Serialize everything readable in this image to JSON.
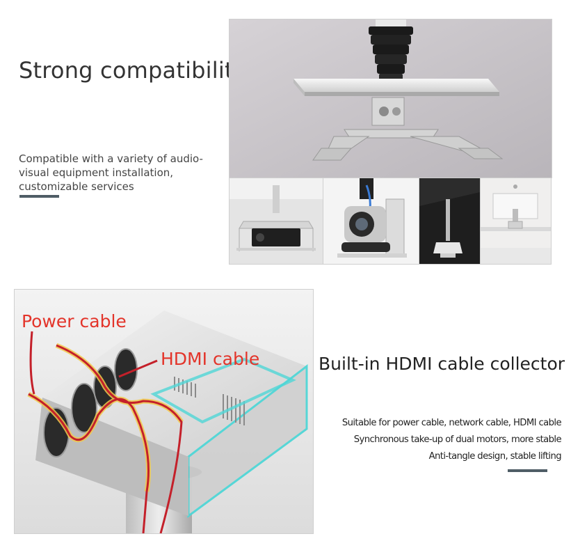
{
  "section1": {
    "title": "Strong compatibility",
    "description": "Compatible with a variety of audio-visual equipment installation, customizable services",
    "accent_color": "#4f5d66"
  },
  "section2": {
    "title": "Built-in HDMI cable collector",
    "features": [
      "Suitable for power cable, network cable, HDMI cable",
      "Synchronous take-up of dual motors, more stable",
      "Anti-tangle design, stable lifting"
    ],
    "diagram_labels": {
      "power": "Power cable",
      "hdmi": "HDMI cable"
    },
    "label_color": "#e3342a",
    "cable_highlight": "#f2c94c",
    "collector_highlight": "#4fd6d6"
  }
}
